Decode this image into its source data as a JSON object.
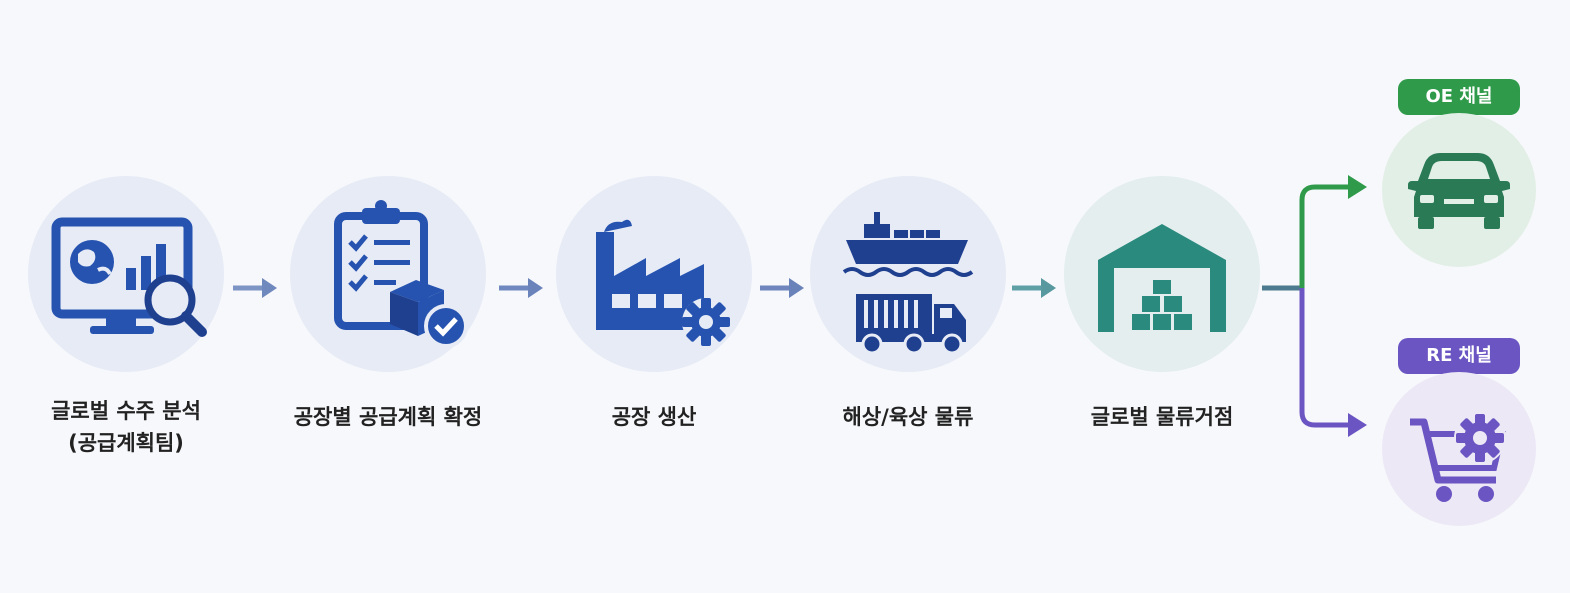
{
  "steps": [
    {
      "label_line1": "글로벌 수주 분석",
      "label_line2": "(공급계획팀)",
      "icon": "monitor-analytics-icon"
    },
    {
      "label_line1": "공장별 공급계획 확정",
      "label_line2": "",
      "icon": "clipboard-checklist-icon"
    },
    {
      "label_line1": "공장 생산",
      "label_line2": "",
      "icon": "factory-icon"
    },
    {
      "label_line1": "해상/육상 물류",
      "label_line2": "",
      "icon": "ship-truck-icon"
    },
    {
      "label_line1": "글로벌 물류거점",
      "label_line2": "",
      "icon": "warehouse-icon"
    }
  ],
  "channels": {
    "oe": {
      "label": "OE 채널",
      "icon": "car-icon",
      "color": "#2e9a4a"
    },
    "re": {
      "label": "RE 채널",
      "icon": "cart-gear-icon",
      "color": "#6b55c2"
    }
  },
  "colors": {
    "blue": "#2653b0",
    "navy": "#1f3f8f",
    "teal": "#2a8a7e",
    "green": "#2e9a4a",
    "purple": "#6b55c2"
  }
}
